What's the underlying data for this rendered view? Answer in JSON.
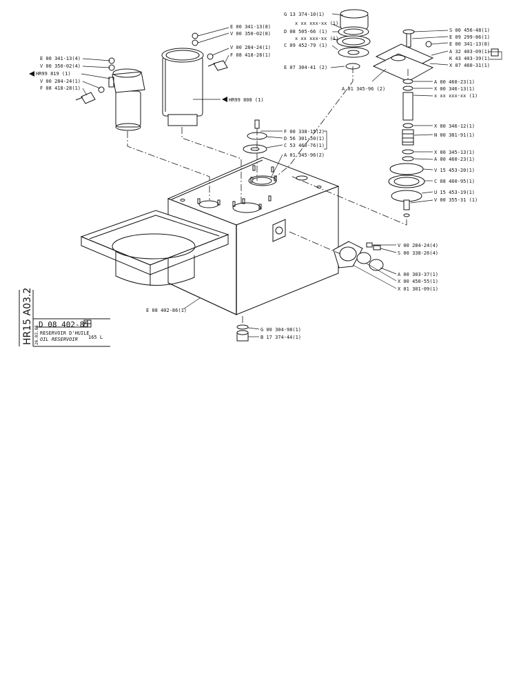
{
  "sheet": {
    "side_code": "HR15 A03.2",
    "drawing_no": "D 08 402-85",
    "date": "26.03.85",
    "title_fr": "RESERVOIR D'HUILE",
    "title_en": "OIL RESERVOIR",
    "capacity": "165 L"
  },
  "callouts": {
    "g13374": "G 13 374-10(1)",
    "xx1": "x xx xxx-xx (1)",
    "d08505": "D 08 505-66 (1)",
    "xx2": "x xx xxx-xx (1)",
    "c09452": "C 09 452-79 (1)",
    "e07304": "E 07 304-41 (2)",
    "a01345_top": "A 01 345-96 (2)",
    "s00456": "S 00 456-48(1)",
    "e09299": "E 09 299-86(1)",
    "e00341_r": "E 00 341-13(8)",
    "a32403": "A 32 403-09(1)",
    "k43403": "K 43 403-39(1)",
    "x07460": "X 07 460-31(1)",
    "a00460_1": "A 00 460-23(1)",
    "x00346_1": "X 00 346-13(1)",
    "xx3": "x xx xxx-xx (1)",
    "x00346_2": "X 00 346-12(1)",
    "n00381": "N 00 381-91(1)",
    "x00345": "X 00 345-13(1)",
    "a00460_2": "A 00 460-23(1)",
    "v15453": "V 15 453-20(1)",
    "c08460": "C 08 460-95(1)",
    "u15453": "U 15 453-19(1)",
    "v00355": "V 00 355-31 (1)",
    "e00341_top": "E 00 341-13(8)",
    "v00350_top": "V 00 350-02(8)",
    "v00284_top": "V 00 284-24(1)",
    "f08418_top": "F 08 418-28(1)",
    "hr99808": "HR99 808 (1)",
    "e00341_l": "E 00 341-13(4)",
    "v00350_l": "V 00 350-02(4)",
    "hr99819": "HR99 819 (1)",
    "v00284_l": "V 00 284-24(1)",
    "f08418_l": "F 08 418-28(1)",
    "f00338": "F 00 338-15(2)",
    "d56301": "D 56 301-50(1)",
    "c53460": "C 53 460-76(1)",
    "a01345_mid": "A 01 345-96(2)",
    "v00284_r": "V 00 284-24(4)",
    "s00338": "S 00 338-26(4)",
    "a00303": "A 00 303-37(1)",
    "x00450": "X 00 450-55(1)",
    "x01301": "X 01 301-09(1)",
    "e08402": "E 08 402-86(1)",
    "g00304": "G 00 304-98(1)",
    "b17374": "B 17 374-44(1)"
  }
}
